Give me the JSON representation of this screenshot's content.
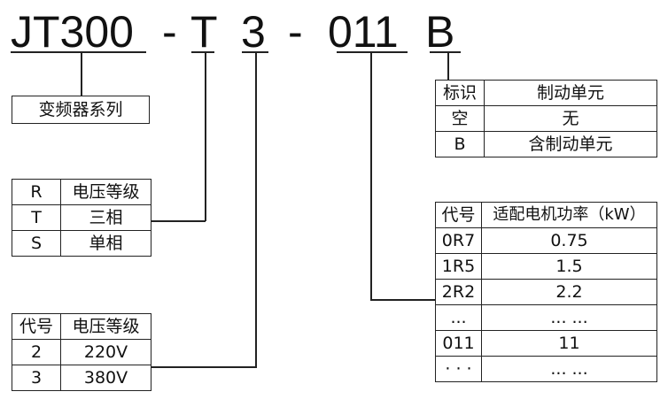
{
  "code": {
    "series": "JT300",
    "dash1": "-",
    "phase_code": "T",
    "voltage_code": "3",
    "dash2": "-",
    "power_code": "011",
    "brake_code": "B"
  },
  "series_box": {
    "label": "变频器系列"
  },
  "phase_table": {
    "headers": [
      "R",
      "电压等级"
    ],
    "rows": [
      [
        "T",
        "三相"
      ],
      [
        "S",
        "单相"
      ]
    ]
  },
  "voltage_table": {
    "headers": [
      "代号",
      "电压等级"
    ],
    "rows": [
      [
        "2",
        "220V"
      ],
      [
        "3",
        "380V"
      ]
    ]
  },
  "brake_table": {
    "headers": [
      "标识",
      "制动单元"
    ],
    "rows": [
      [
        "空",
        "无"
      ],
      [
        "B",
        "含制动单元"
      ]
    ]
  },
  "power_table": {
    "headers": [
      "代号",
      "适配电机功率（kW）"
    ],
    "rows": [
      [
        "0R7",
        "0.75"
      ],
      [
        "1R5",
        "1.5"
      ],
      [
        "2R2",
        "2.2"
      ],
      [
        "...",
        "... ..."
      ],
      [
        "011",
        "11"
      ],
      [
        "· · ·",
        "... ..."
      ]
    ]
  }
}
